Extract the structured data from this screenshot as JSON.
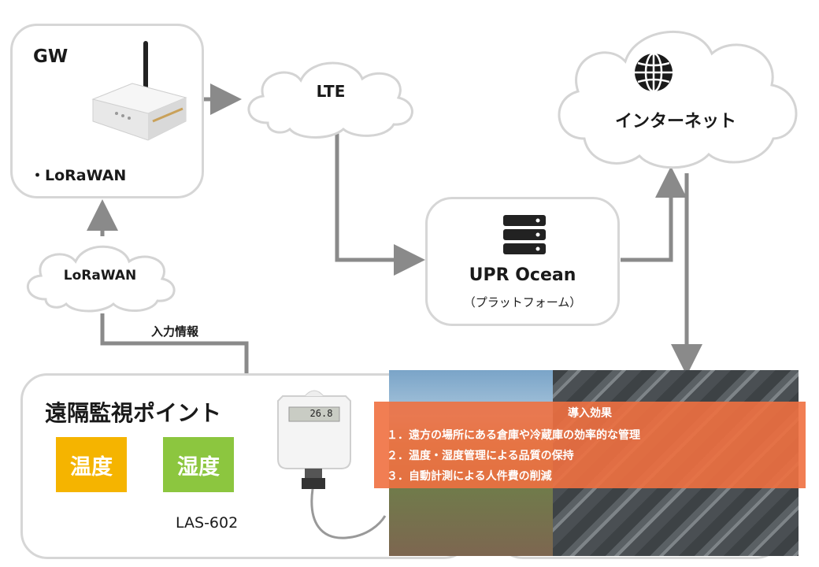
{
  "gw": {
    "title": "GW",
    "protocol": "・LoRaWAN"
  },
  "lte": {
    "label": "LTE"
  },
  "internet": {
    "label": "インターネット"
  },
  "upr": {
    "title": "UPR Ocean",
    "subtitle": "（プラットフォーム）"
  },
  "lorawan_cloud": {
    "label": "LoRaWAN"
  },
  "input_label": "入力情報",
  "remote": {
    "title": "遠隔監視ポイント",
    "tag_temp": "温度",
    "tag_humidity": "湿度",
    "device_model": "LAS-602",
    "device_display": "26.8"
  },
  "effects": {
    "title": "導入効果",
    "items": [
      "１．遠方の場所にある倉庫や冷蔵庫の効率的な管理",
      "２．温度・湿度管理による品質の保持",
      "３．自動計測による人件費の削減"
    ]
  },
  "colors": {
    "temp_tag": "#f5b400",
    "humidity_tag": "#8cc63f",
    "overlay": "#f07040",
    "connector": "#8a8a8a"
  }
}
